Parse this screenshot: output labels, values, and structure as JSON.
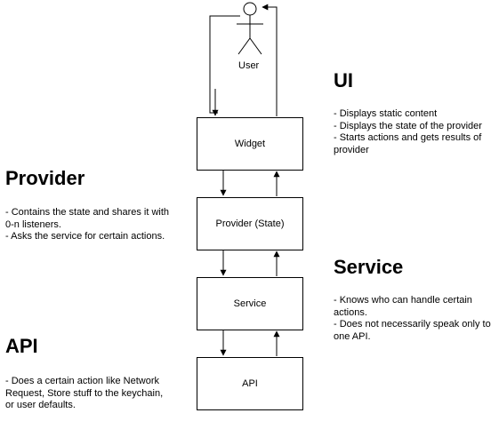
{
  "actor": {
    "label": "User"
  },
  "boxes": {
    "widget": "Widget",
    "provider": "Provider (State)",
    "service": "Service",
    "api": "API"
  },
  "sections": {
    "ui": {
      "title": "UI",
      "description": "- Displays static content\n- Displays the state of the provider\n- Starts actions and gets results of provider"
    },
    "provider": {
      "title": "Provider",
      "description": "- Contains the state and shares it with 0-n listeners.\n- Asks the service for certain actions."
    },
    "service": {
      "title": "Service",
      "description": "- Knows who can handle certain actions.\n- Does not necessarily speak only to one API."
    },
    "api": {
      "title": "API",
      "description": "- Does a certain action like Network Request, Store stuff to the keychain, or user defaults."
    }
  },
  "colors": {
    "stroke": "#000000",
    "background": "#ffffff"
  }
}
